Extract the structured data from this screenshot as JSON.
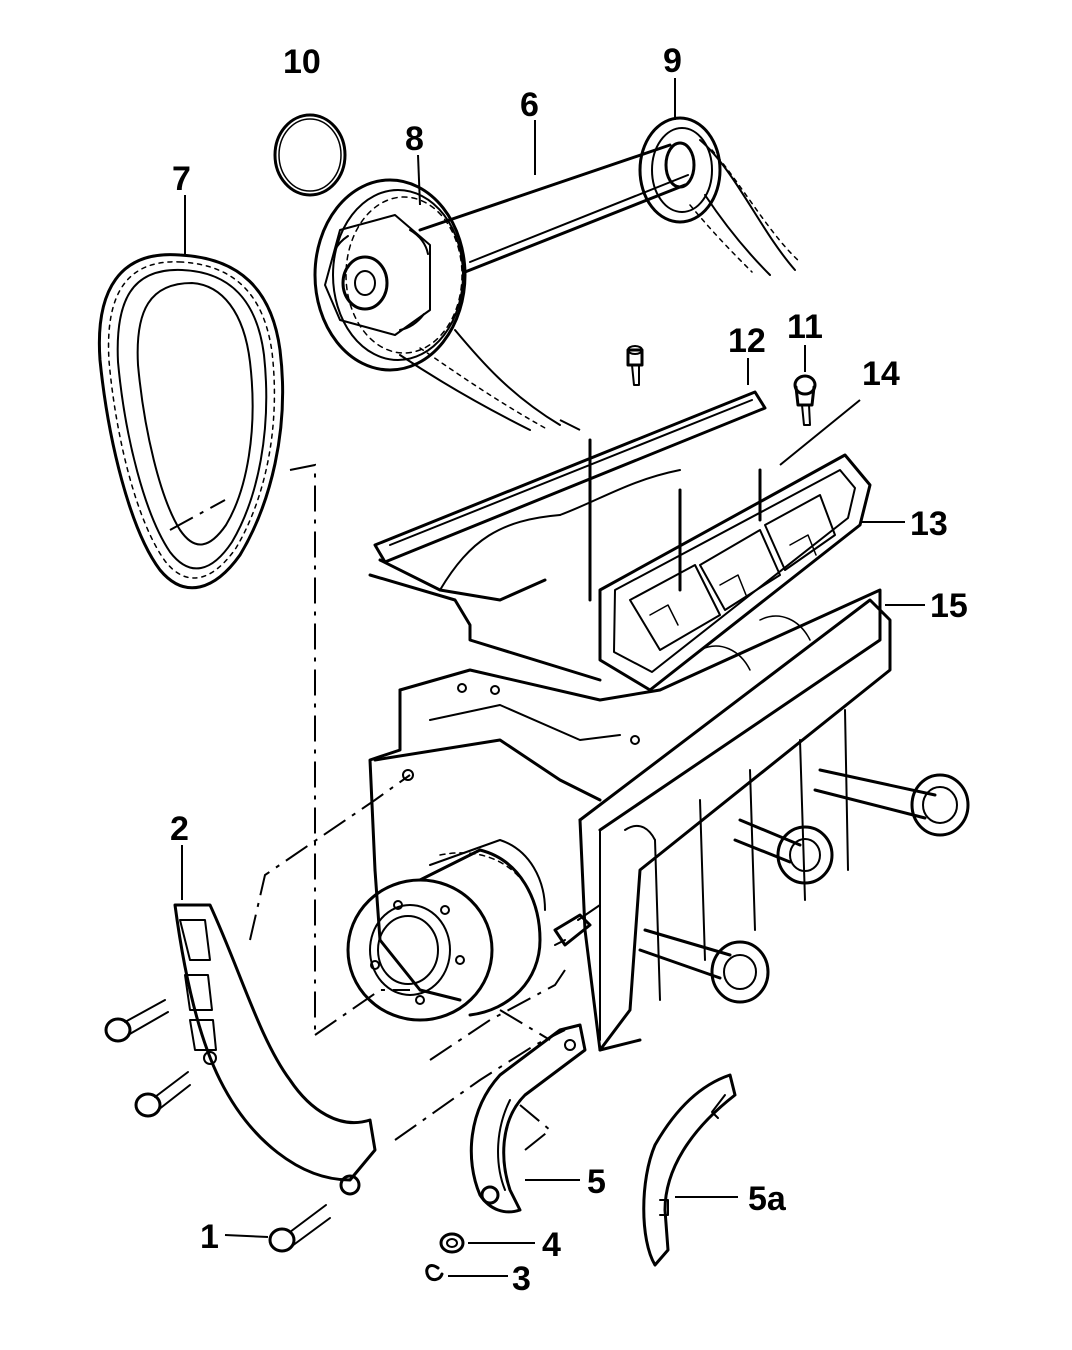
{
  "callouts": {
    "c1": "1",
    "c2": "2",
    "c3": "3",
    "c4": "4",
    "c5": "5",
    "c5a": "5a",
    "c6": "6",
    "c7": "7",
    "c8": "8",
    "c9": "9",
    "c10": "10",
    "c11": "11",
    "c12": "12",
    "c13": "13",
    "c14": "14",
    "c15": "15"
  },
  "colors": {
    "ink": "#000000",
    "paper": "#ffffff"
  }
}
